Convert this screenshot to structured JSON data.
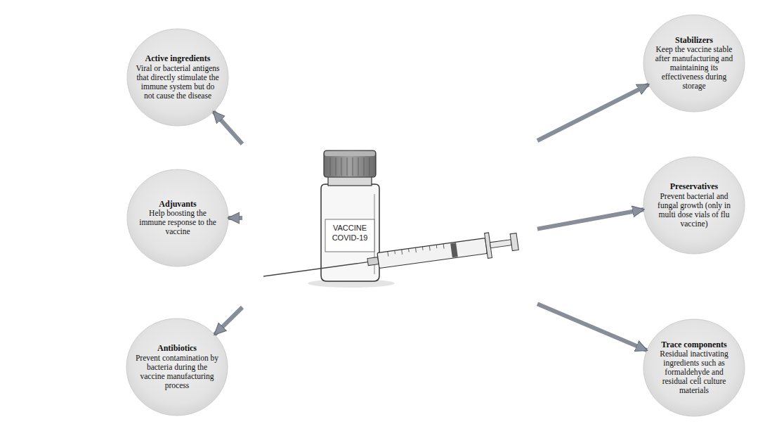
{
  "diagram": {
    "nodes": [
      {
        "text": [
          "Active ingredients",
          "Viral or bacterial antigens that directly stimulate the immune system but do not cause the disease"
        ]
      },
      {
        "text": [
          "Stabilizers",
          "Keep the vaccine stable after manufacturing and maintaining its effectiveness during storage"
        ]
      },
      {
        "text": [
          "Adjuvants",
          "Help boosting the immune response to the vaccine"
        ]
      },
      {
        "text": [
          "VACCINE COVID-19"
        ]
      },
      {
        "text": [
          "Preservatives",
          "Prevent bacterial and fungal growth (only in multi dose vials of flu vaccine)"
        ]
      },
      {
        "text": [
          "Antibiotics",
          "Prevent contamination by bacteria during the vaccine manufacturing process"
        ]
      },
      {
        "text": [
          "Trace components",
          "Residual inactivating ingredients such as formaldehyde and residual cell culture materials"
        ]
      }
    ],
    "edges": [
      {
        "from": 3,
        "to": 0,
        "arrow": "to"
      },
      {
        "from": 3,
        "to": 1,
        "arrow": "to"
      },
      {
        "from": 3,
        "to": 2,
        "arrow": "to"
      },
      {
        "from": 3,
        "to": 4,
        "arrow": "to"
      },
      {
        "from": 3,
        "to": 5,
        "arrow": "to"
      },
      {
        "from": 3,
        "to": 6,
        "arrow": "to"
      }
    ]
  }
}
